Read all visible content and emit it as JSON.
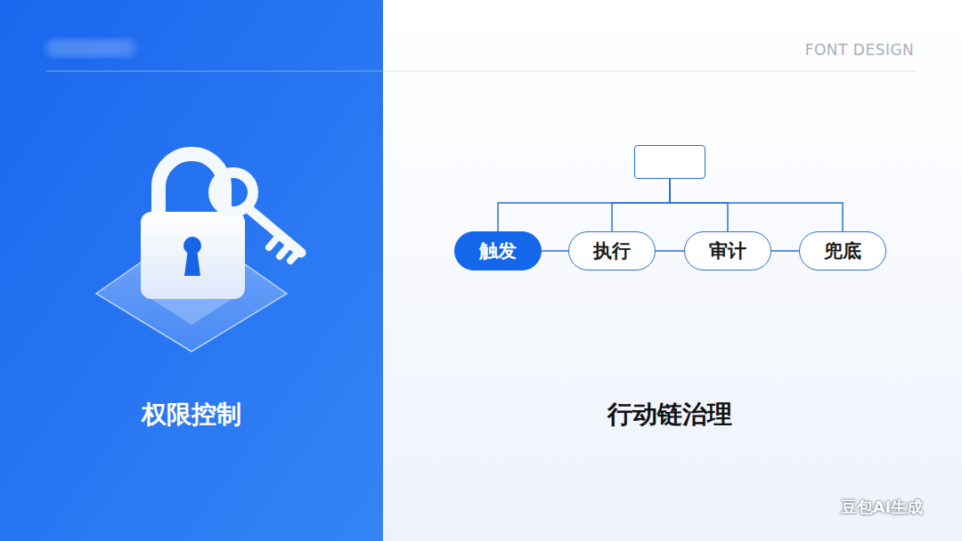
{
  "diagram": {
    "nodes": [
      {
        "text": []
      },
      {
        "text": [
          "触发"
        ]
      },
      {
        "text": [
          "执行"
        ]
      },
      {
        "text": [
          "审计"
        ]
      },
      {
        "text": [
          "兜底"
        ]
      }
    ],
    "edges": [
      {
        "from": 0,
        "to": 1,
        "arrow": "none"
      },
      {
        "from": 0,
        "to": 2,
        "arrow": "none"
      },
      {
        "from": 0,
        "to": 3,
        "arrow": "none"
      },
      {
        "from": 0,
        "to": 4,
        "arrow": "none"
      },
      {
        "from": 1,
        "to": 2,
        "arrow": "none"
      },
      {
        "from": 2,
        "to": 3,
        "arrow": "none"
      },
      {
        "from": 3,
        "to": 4,
        "arrow": "none"
      }
    ],
    "labels": [
      "FONT DESIGN",
      "权限控制",
      "行动链治理",
      "豆包AI生成"
    ]
  }
}
